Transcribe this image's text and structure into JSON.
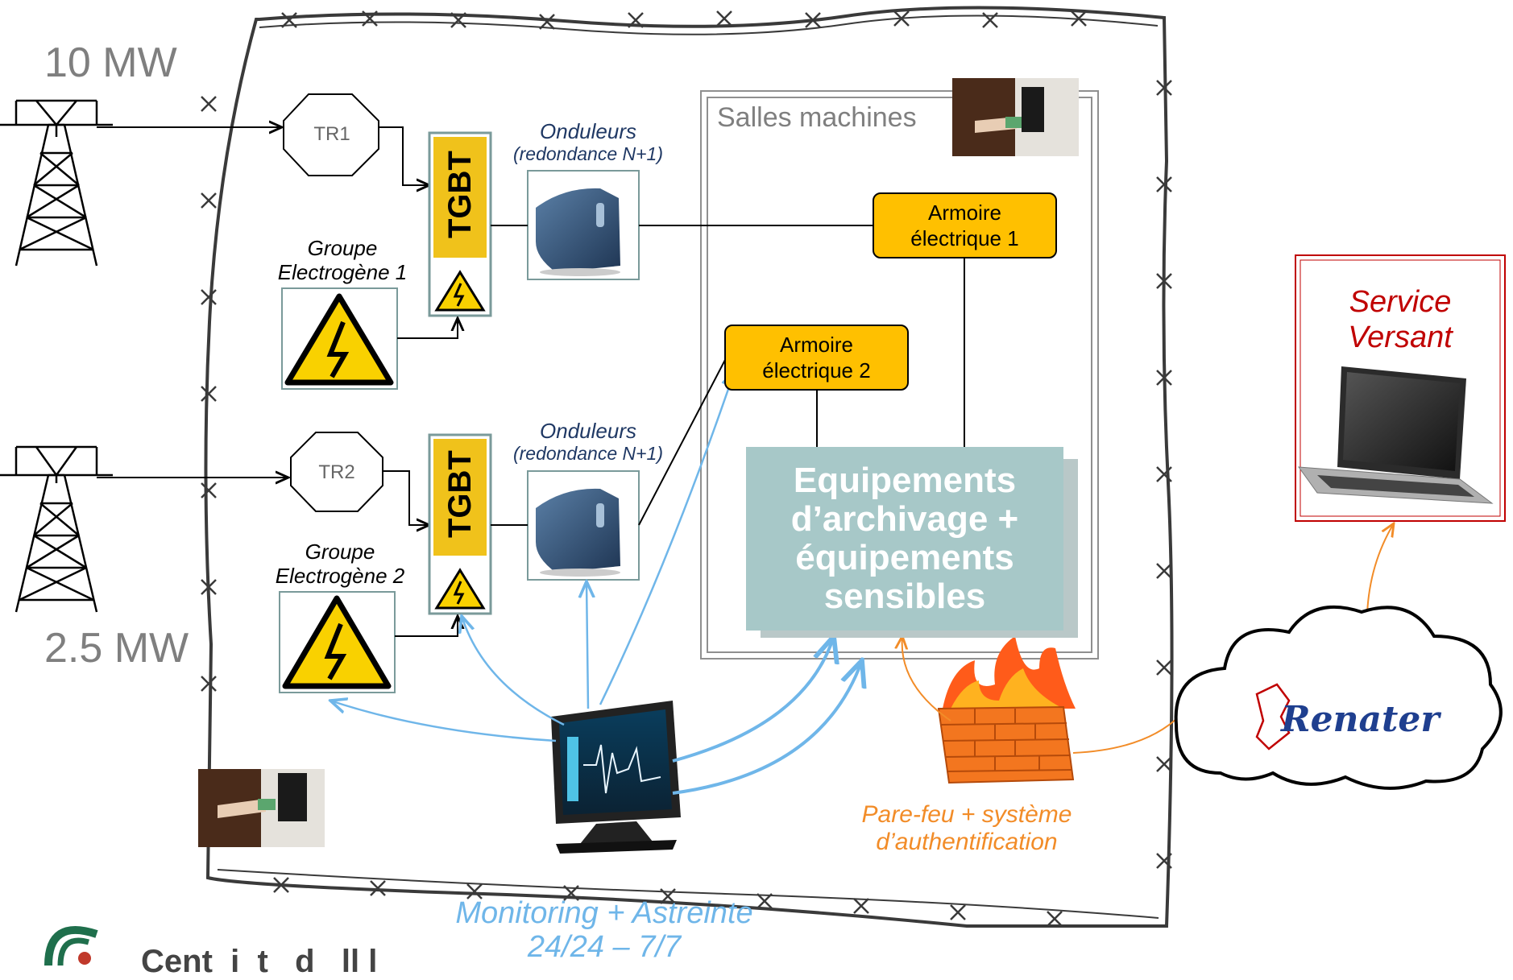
{
  "power": {
    "top": "10 MW",
    "bottom": "2.5 MW"
  },
  "transformers": [
    "TR1",
    "TR2"
  ],
  "tgbt_label": "TGBT",
  "ups": {
    "title": "Onduleurs",
    "subtitle": "(redondance N+1)"
  },
  "generators": [
    {
      "line1": "Groupe",
      "line2": "Electrogène 1"
    },
    {
      "line1": "Groupe",
      "line2": "Electrogène 2"
    }
  ],
  "machine_rooms": "Salles machines",
  "armoires": [
    {
      "line1": "Armoire",
      "line2": "électrique 1"
    },
    {
      "line1": "Armoire",
      "line2": "électrique 2"
    }
  ],
  "equipment": {
    "line1": "Equipements",
    "line2": "d’archivage +",
    "line3": "équipements",
    "line4": "sensibles"
  },
  "monitoring": {
    "line1": "Monitoring + Astreinte",
    "line2": "24/24 – 7/7"
  },
  "firewall": {
    "line1": "Pare-feu + système",
    "line2": "d’authentification"
  },
  "service": {
    "line1": "Service",
    "line2": "Versant"
  },
  "network": "Renater",
  "footer_logo_text": "Cent  i  t   d   ll l   ",
  "colors": {
    "monitoring_blue": "#6fb6e9",
    "firewall_orange": "#f28c28",
    "service_red": "#c00000",
    "armoire_fill": "#ffc000",
    "equipment_fill": "#a7c8c8",
    "hazard_yellow": "#f9d100"
  }
}
